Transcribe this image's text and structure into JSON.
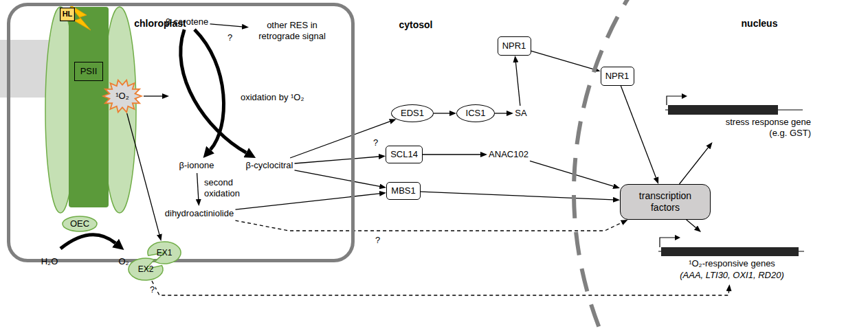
{
  "diagram": {
    "nodes": [
      {
        "text": [
          "chloroplast"
        ]
      },
      {
        "text": [
          "HL"
        ],
        "in": 0
      },
      {
        "text": [
          "PSII"
        ],
        "in": 0
      },
      {
        "text": [
          "¹O₂"
        ],
        "in": 0
      },
      {
        "text": [
          "OEC"
        ],
        "in": 0
      },
      {
        "text": [
          "EX1"
        ],
        "in": 0
      },
      {
        "text": [
          "EX2"
        ],
        "in": 0
      },
      {
        "text": [
          "β-carotene"
        ],
        "in": 0
      },
      {
        "text": [
          "other RES in retrograde signal"
        ],
        "in": 0
      },
      {
        "text": [
          "β-ionone"
        ],
        "in": 0
      },
      {
        "text": [
          "β-cyclocitral"
        ],
        "in": 0
      },
      {
        "text": [
          "dihydroactiniolide"
        ],
        "in": 0
      },
      {
        "text": [
          "EDS1"
        ]
      },
      {
        "text": [
          "ICS1"
        ]
      },
      {
        "text": [
          "SA"
        ]
      },
      {
        "text": [
          "NPR1"
        ]
      },
      {
        "text": [
          "SCL14"
        ]
      },
      {
        "text": [
          "ANAC102"
        ]
      },
      {
        "text": [
          "MBS1"
        ]
      },
      {
        "text": [
          "nucleus"
        ]
      },
      {
        "text": [
          "NPR1"
        ],
        "in": 19
      },
      {
        "text": [
          "transcription factors"
        ],
        "in": 19
      },
      {
        "text": [
          "stress response gene (e.g. GST)"
        ],
        "in": 19
      },
      {
        "text": [
          "¹O₂-responsive genes",
          "(AAA, LTI30, OXI1, RD20)"
        ],
        "in": 19
      }
    ],
    "edges": [
      {
        "from": 3,
        "to": 5,
        "arrow": "to"
      },
      {
        "from": 7,
        "to": 8,
        "label": "?",
        "arrow": "to"
      },
      {
        "from": 7,
        "to": 9,
        "arrow": "to"
      },
      {
        "from": 7,
        "to": 10,
        "arrow": "to"
      },
      {
        "from": 9,
        "to": 11,
        "label": "second oxidation",
        "arrow": "to"
      },
      {
        "from": 10,
        "to": 12,
        "arrow": "to"
      },
      {
        "from": 10,
        "to": 16,
        "label": "?",
        "arrow": "to"
      },
      {
        "from": 10,
        "to": 18,
        "arrow": "to"
      },
      {
        "from": 11,
        "to": 18,
        "arrow": "to"
      },
      {
        "from": 12,
        "to": 13,
        "arrow": "to"
      },
      {
        "from": 13,
        "to": 14,
        "arrow": "to"
      },
      {
        "from": 14,
        "to": 15,
        "arrow": "to"
      },
      {
        "from": 15,
        "to": 20,
        "arrow": "to"
      },
      {
        "from": 20,
        "to": 21,
        "arrow": "to"
      },
      {
        "from": 16,
        "to": 17,
        "arrow": "to"
      },
      {
        "from": 17,
        "to": 21,
        "arrow": "to"
      },
      {
        "from": 18,
        "to": 21,
        "arrow": "to"
      },
      {
        "from": 11,
        "to": 21,
        "label": "?",
        "arrow": "to"
      },
      {
        "from": 21,
        "to": 22,
        "arrow": "to"
      },
      {
        "from": 21,
        "to": 23,
        "arrow": "to"
      },
      {
        "from": 6,
        "to": 23,
        "label": "?",
        "arrow": "to"
      }
    ],
    "labels": [
      "cytosol",
      "oxidation by ¹O₂",
      "H₂O",
      "O₂"
    ]
  }
}
